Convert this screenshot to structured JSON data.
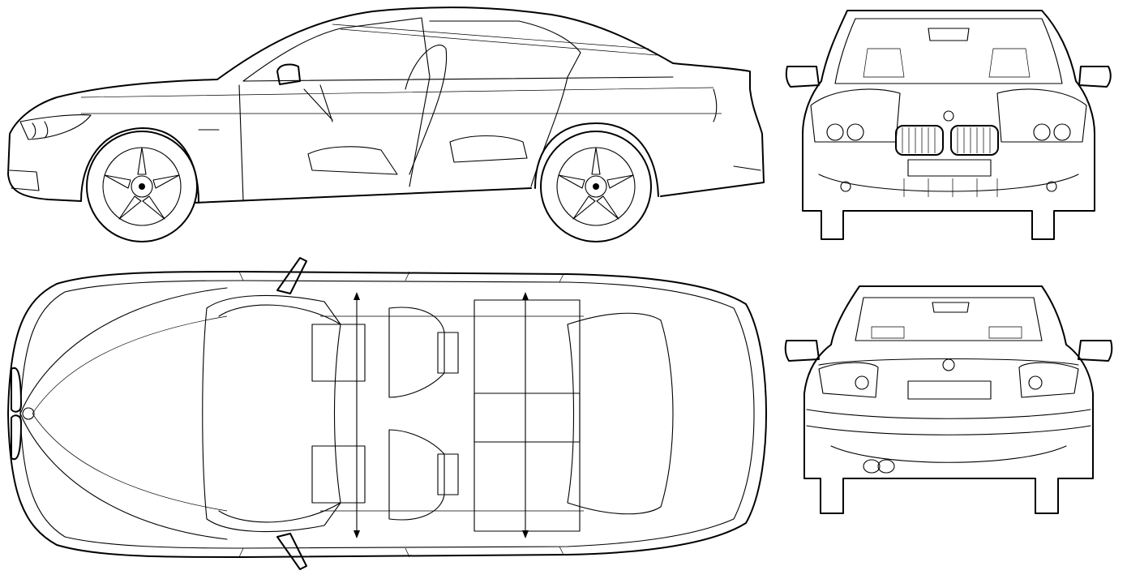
{
  "diagram": {
    "views": [
      "side",
      "front",
      "top",
      "rear"
    ],
    "line_color": "#000000",
    "background": "#ffffff"
  }
}
